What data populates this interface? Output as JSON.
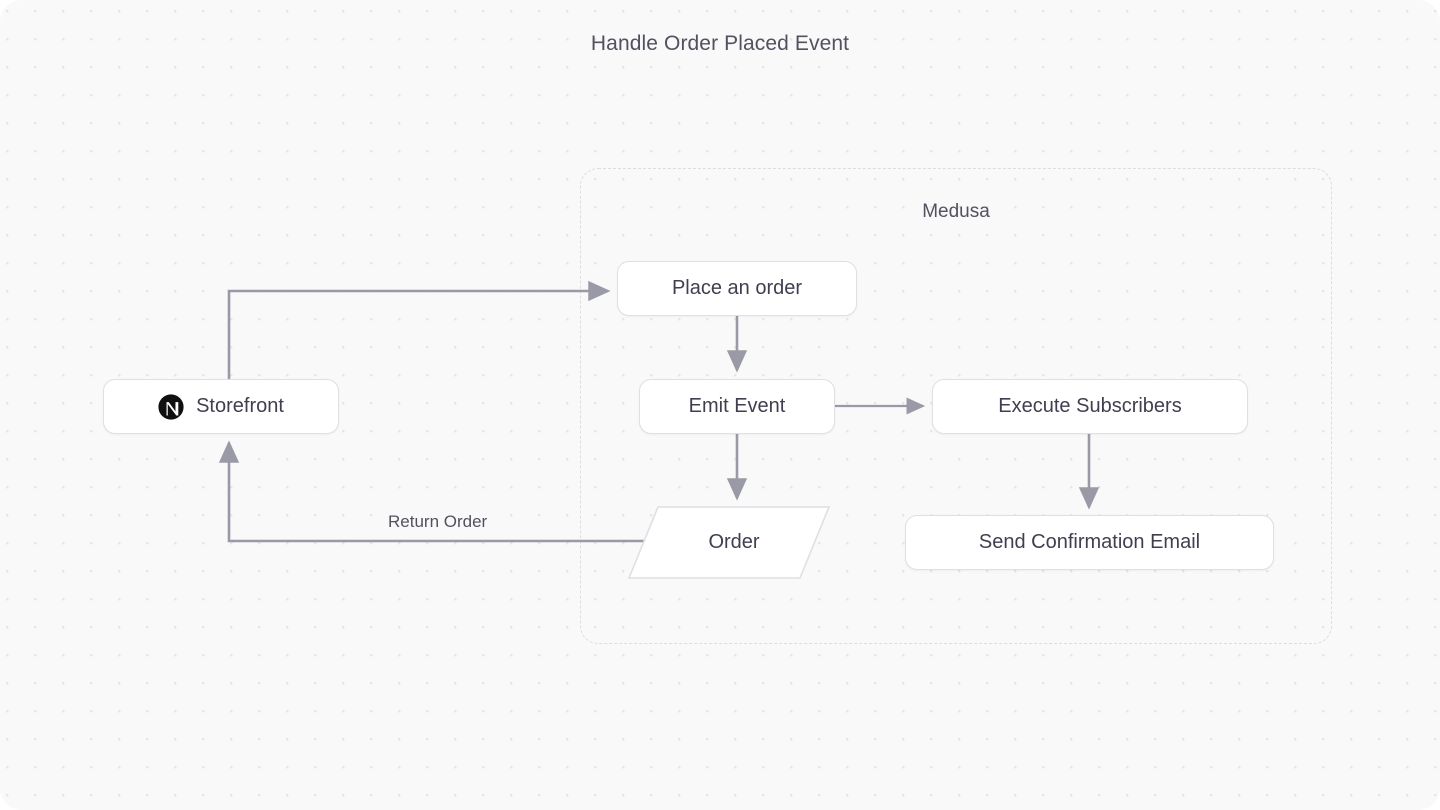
{
  "diagram": {
    "title": "Handle Order Placed Event",
    "type": "flowchart",
    "group": {
      "label": "Medusa",
      "style": "dashed-rounded-container"
    },
    "nodes": [
      {
        "id": "storefront",
        "label": "Storefront",
        "shape": "rounded-rect",
        "icon": "nextjs-icon"
      },
      {
        "id": "place_order",
        "label": "Place an order",
        "shape": "rounded-rect"
      },
      {
        "id": "emit_event",
        "label": "Emit Event",
        "shape": "rounded-rect"
      },
      {
        "id": "execute_subscribers",
        "label": "Execute Subscribers",
        "shape": "rounded-rect"
      },
      {
        "id": "send_confirmation_email",
        "label": "Send Confirmation Email",
        "shape": "rounded-rect"
      },
      {
        "id": "order",
        "label": "Order",
        "shape": "parallelogram"
      }
    ],
    "edges": [
      {
        "from": "storefront",
        "to": "place_order",
        "label": "",
        "arrow": true
      },
      {
        "from": "place_order",
        "to": "emit_event",
        "label": "",
        "arrow": true
      },
      {
        "from": "emit_event",
        "to": "execute_subscribers",
        "label": "",
        "arrow": true
      },
      {
        "from": "emit_event",
        "to": "order",
        "label": "",
        "arrow": true
      },
      {
        "from": "execute_subscribers",
        "to": "send_confirmation_email",
        "label": "",
        "arrow": true
      },
      {
        "from": "order",
        "to": "storefront",
        "label": "Return Order",
        "arrow": true
      }
    ],
    "edge_labels": {
      "return_order": "Return Order"
    },
    "colors": {
      "canvas_background": "#f9f9fa",
      "dot_grid": "#e6e6e9",
      "node_fill": "#ffffff",
      "node_border": "#dfdfe4",
      "text": "#3f3f4f",
      "muted_text": "#52525f",
      "edge_stroke": "#9a9aa6",
      "group_border": "#dcdce1",
      "icon_fill": "#111111"
    }
  }
}
